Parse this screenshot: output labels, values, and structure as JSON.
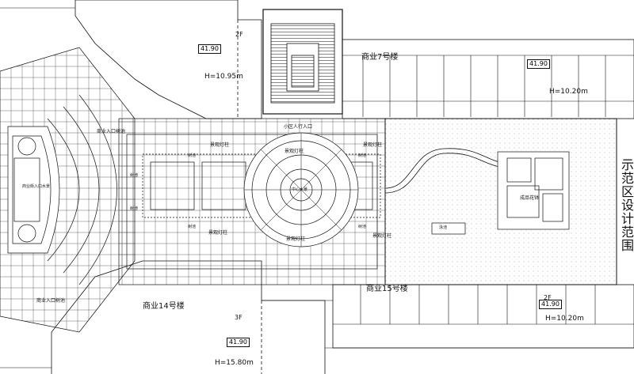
{
  "labels": {
    "building_7": "商业7号楼",
    "building_14": "商业14号楼",
    "building_15": "商业15号楼",
    "demo_area": "示范区设计范围",
    "floor_2f_top": "2F",
    "floor_2f_right": "2F",
    "floor_3f": "3F",
    "height_top_left": "H=10.95m",
    "height_top_right": "H=10.20m",
    "height_bottom_right": "H=10.20m",
    "height_bottom_left": "H=15.80m",
    "level_1": "41.90",
    "level_2": "41.90",
    "level_3": "41.90",
    "level_4": "41.90",
    "pedestrian_entrance": "小区人行入口",
    "lamp_1": "景观灯柱",
    "lamp_2": "景观灯柱",
    "lamp_3": "景观灯柱",
    "lamp_4": "景观灯柱",
    "lamp_5": "景观灯柱",
    "lamp_6": "景观灯柱",
    "commerce_entry_top": "商业入口树池",
    "commerce_entry_bottom": "商业入口树池",
    "commerce_street_entry": "商业街入口水景",
    "center_water": "中心水景",
    "finished_tree": "成品花钵",
    "pool_label": "泳池",
    "bench_1": "树池",
    "bench_2": "树池",
    "bench_3": "树池",
    "bench_4": "树池",
    "bench_5": "树池",
    "bench_6": "树池"
  },
  "colors": {
    "line": "#111111",
    "hatch": "#9a9a9a",
    "stair": "#222222"
  }
}
